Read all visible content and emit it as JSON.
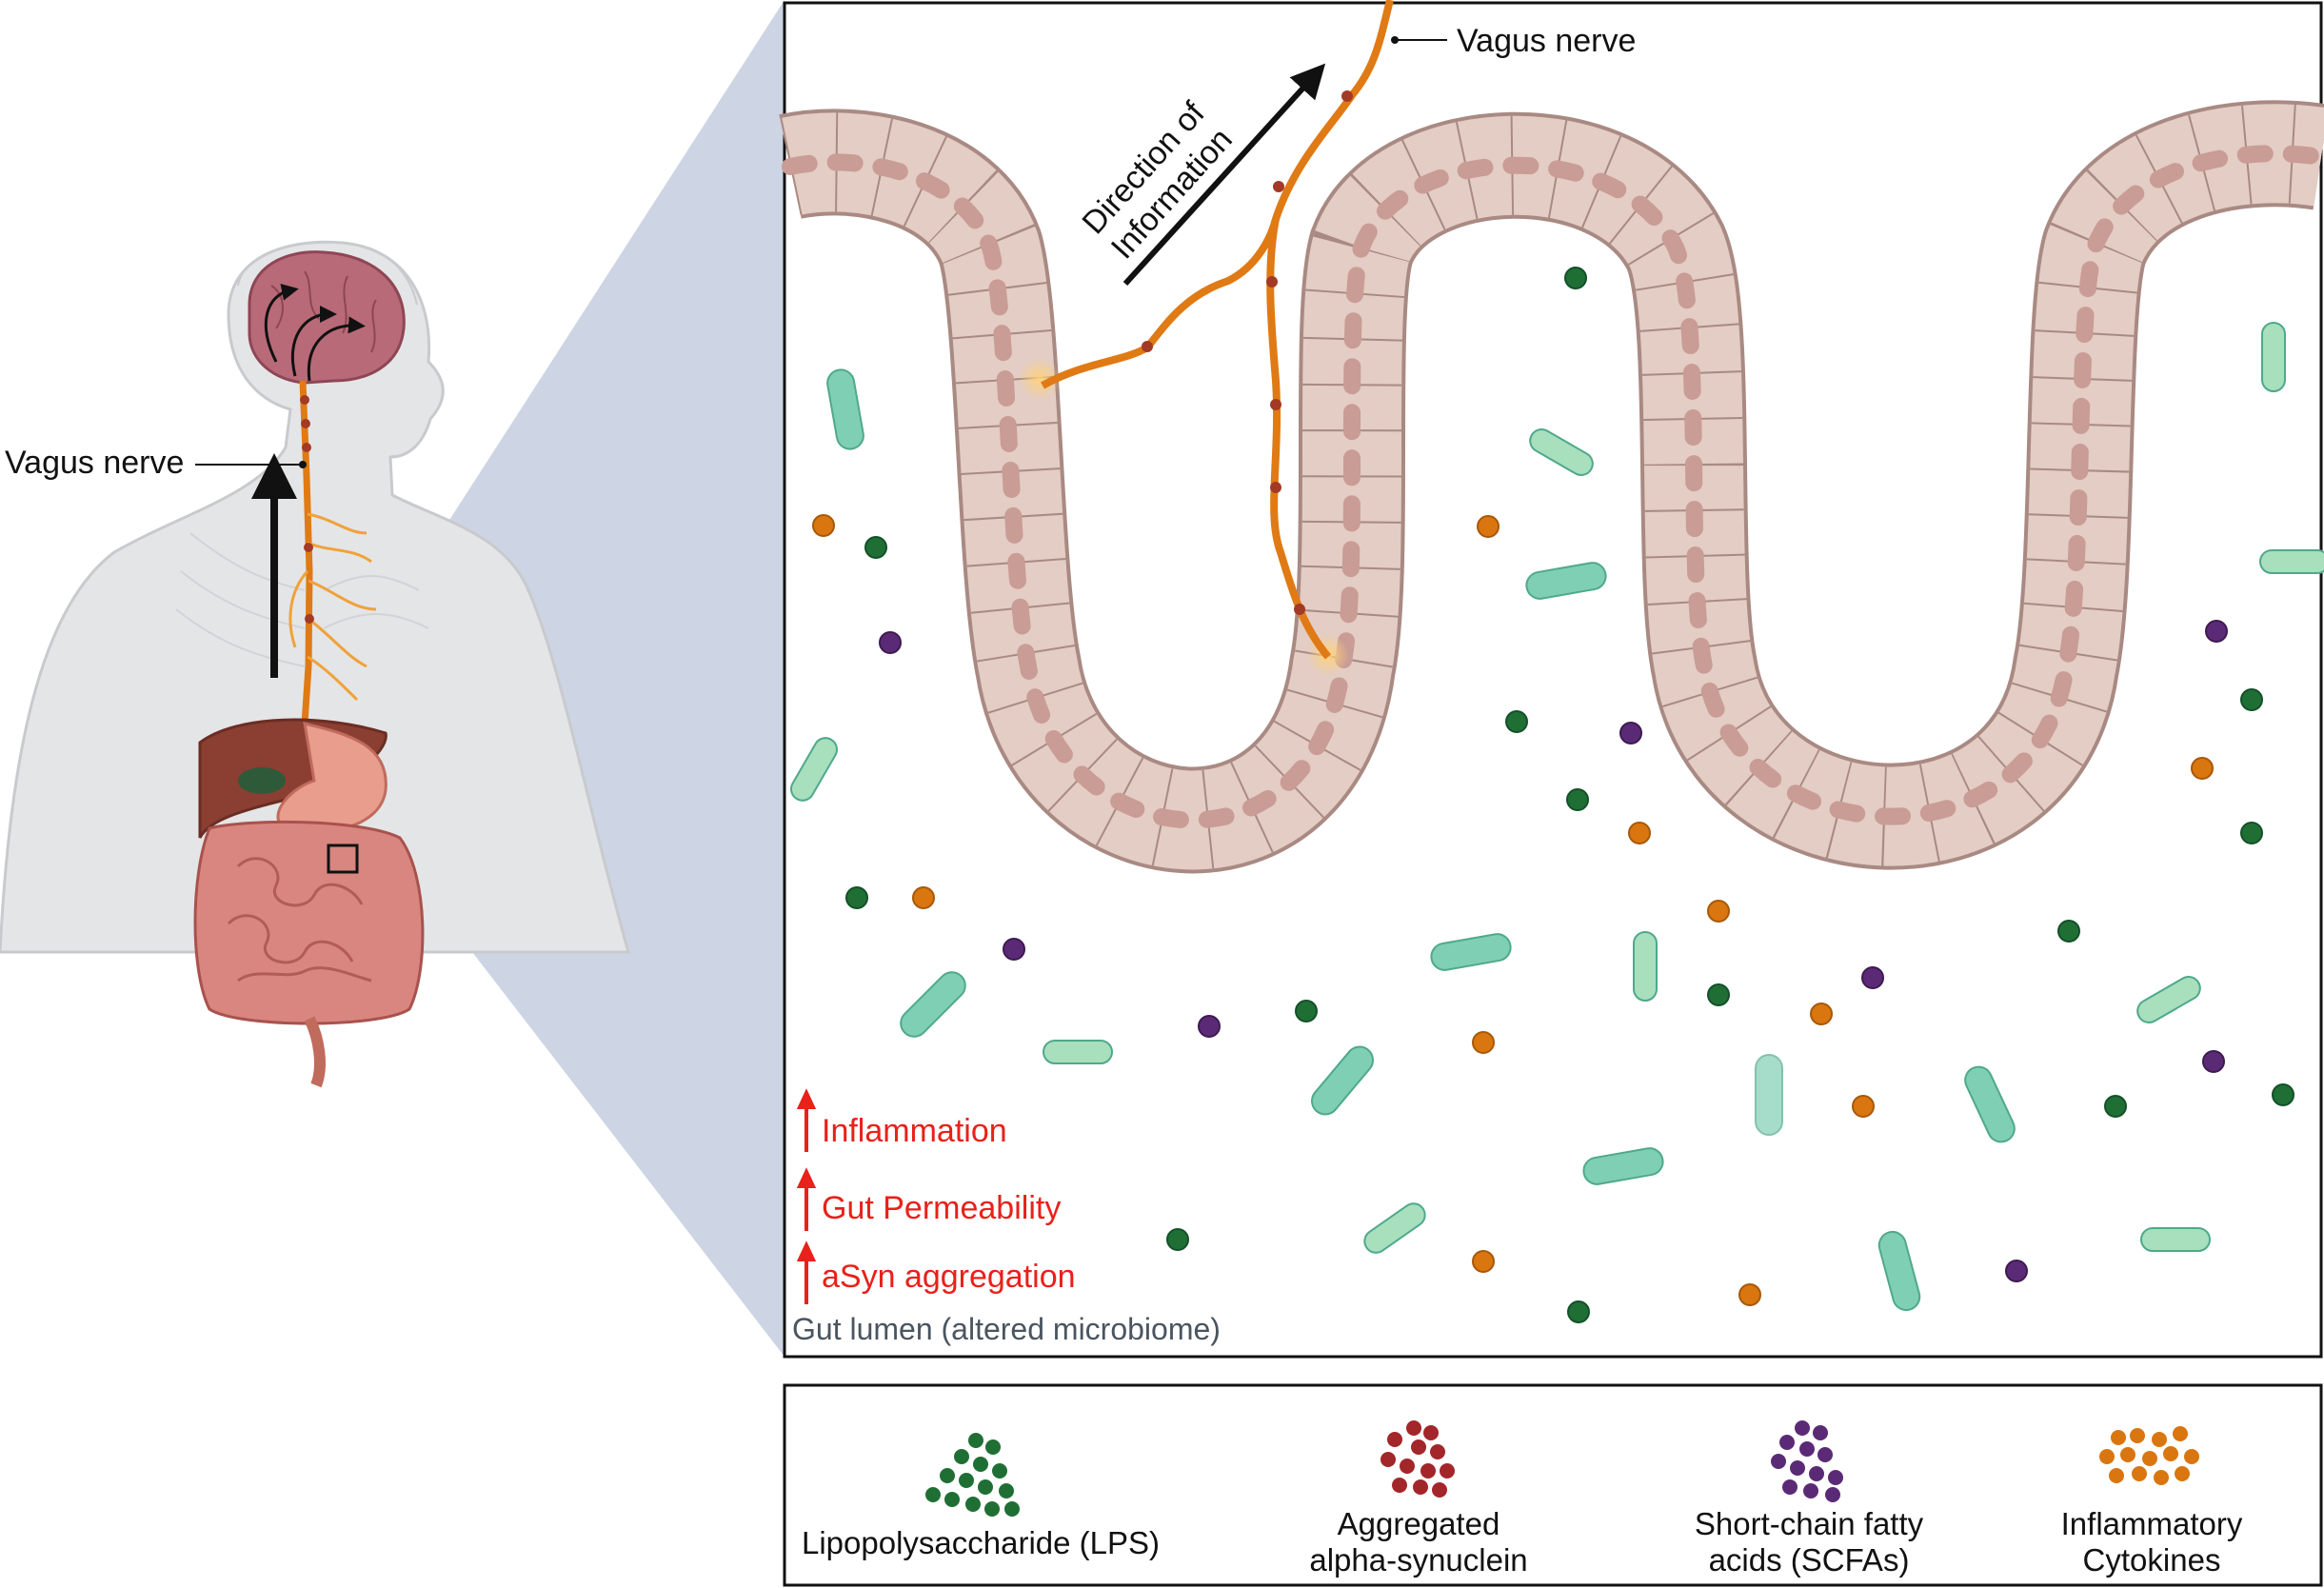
{
  "left_panel": {
    "vagus_label": "Vagus nerve"
  },
  "gut_panel": {
    "vagus_label": "Vagus nerve",
    "direction_label_line1": "Direction of",
    "direction_label_line2": "Information",
    "effects": [
      {
        "label": "Inflammation"
      },
      {
        "label": "Gut Permeability"
      },
      {
        "label": "aSyn  aggregation"
      }
    ],
    "lumen_label": "Gut lumen (altered microbiome)"
  },
  "legend": {
    "items": [
      {
        "line1": "Lipopolysaccharide (LPS)",
        "line2": "",
        "color": "#1f6f35"
      },
      {
        "line1": "Aggregated",
        "line2": "alpha-synuclein",
        "color": "#a3262a"
      },
      {
        "line1": "Short-chain fatty",
        "line2": "acids (SCFAs)",
        "color": "#5b2a76"
      },
      {
        "line1": "Inflammatory",
        "line2": "Cytokines",
        "color": "#d9760f"
      }
    ]
  },
  "colors": {
    "nerve": "#e07a14",
    "epithelium": "#e3cdc4",
    "nucleus": "#c99c95",
    "bacteria": "#7fcfb5",
    "effect_text": "#e8211a",
    "zoom_wedge": "#cdd4e3"
  }
}
